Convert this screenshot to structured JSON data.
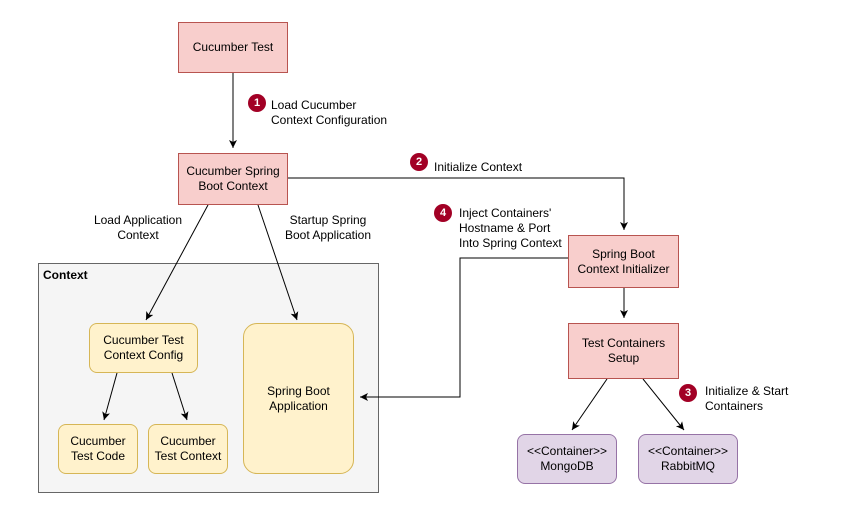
{
  "nodes": {
    "cucumber_test": "Cucumber Test",
    "cucumber_spring_boot_context": "Cucumber Spring\nBoot Context",
    "spring_boot_context_initializer": "Spring Boot\nContext Initializer",
    "test_containers_setup": "Test Containers\nSetup",
    "mongodb_container": "<<Container>>\nMongoDB",
    "rabbitmq_container": "<<Container>>\nRabbitMQ",
    "cucumber_test_context_config": "Cucumber Test\nContext Config",
    "cucumber_test_code": "Cucumber\nTest Code",
    "cucumber_test_context": "Cucumber\nTest Context",
    "spring_boot_application": "Spring Boot\nApplication"
  },
  "context_group": {
    "title": "Context"
  },
  "steps": [
    {
      "number": "1",
      "label": "Load Cucumber\nContext Configuration"
    },
    {
      "number": "2",
      "label": "Initialize Context"
    },
    {
      "number": "3",
      "label": "Initialize & Start\nContainers"
    },
    {
      "number": "4",
      "label": "Inject Containers'\nHostname & Port\nInto Spring Context"
    }
  ],
  "edge_labels": {
    "load_application_context": "Load Application\nContext",
    "startup_spring_boot_application": "Startup Spring\nBoot Application"
  },
  "colors": {
    "step_badge": "#a20025",
    "process_fill": "#f8cecc",
    "component_fill": "#fff2cc",
    "container_fill": "#e1d5e7"
  }
}
